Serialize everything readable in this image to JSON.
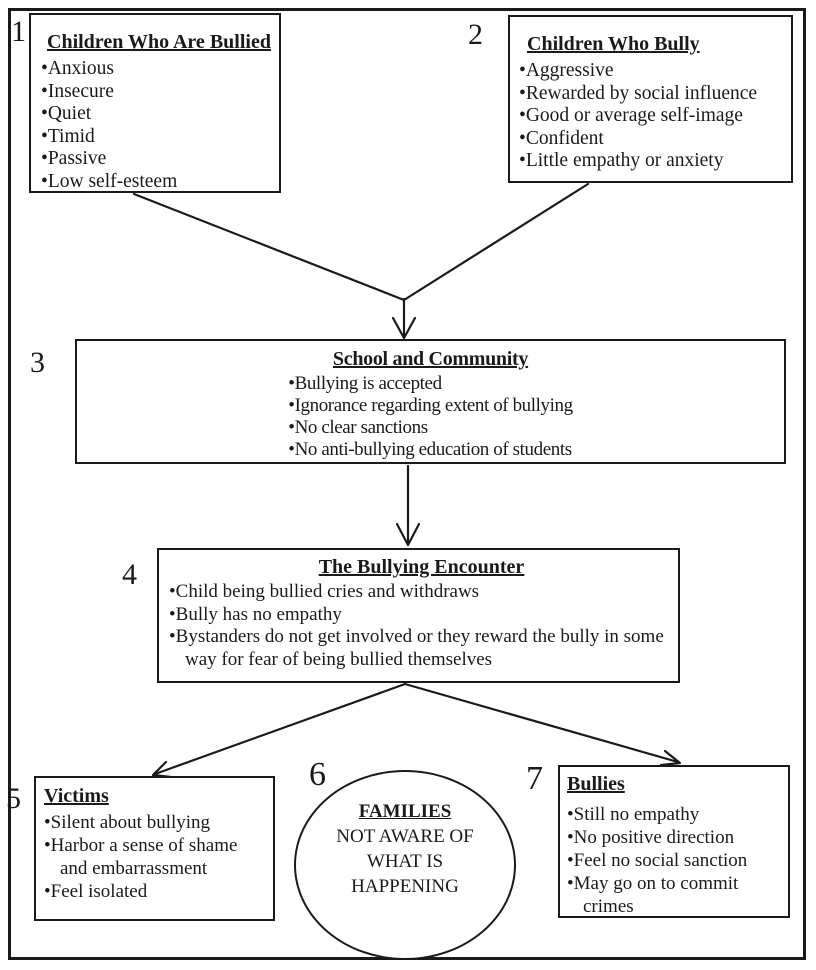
{
  "diagram": {
    "steps": [
      {
        "number": "1",
        "title": "Children Who Are Bullied",
        "bullets": [
          "Anxious",
          "Insecure",
          "Quiet",
          "Timid",
          "Passive",
          "Low self-esteem"
        ]
      },
      {
        "number": "2",
        "title": "Children Who Bully",
        "bullets": [
          "Aggressive",
          "Rewarded by social influence",
          "Good or average self-image",
          "Confident",
          "Little empathy or anxiety"
        ]
      },
      {
        "number": "3",
        "title": "School and Community",
        "bullets": [
          "Bullying is accepted",
          "Ignorance regarding extent of bullying",
          "No clear sanctions",
          "No anti-bullying education of students"
        ]
      },
      {
        "number": "4",
        "title": "The Bullying Encounter",
        "bullets": [
          "Child being bullied cries and withdraws",
          "Bully has no empathy",
          "Bystanders do not get involved or they reward the bully in some way for fear of being bullied themselves"
        ]
      },
      {
        "number": "5",
        "title": "Victims",
        "bullets": [
          "Silent about bullying",
          "Harbor a sense of shame and embarrassment",
          "Feel isolated"
        ]
      },
      {
        "number": "6",
        "title": "FAMILIES",
        "lines": [
          "NOT AWARE OF",
          "WHAT IS",
          "HAPPENING"
        ]
      },
      {
        "number": "7",
        "title": "Bullies",
        "bullets": [
          "Still no empathy",
          "No positive direction",
          "Feel no social sanction",
          "May go on to commit crimes"
        ]
      }
    ],
    "colors": {
      "ink": "#1a1a1a",
      "background": "#ffffff"
    }
  }
}
